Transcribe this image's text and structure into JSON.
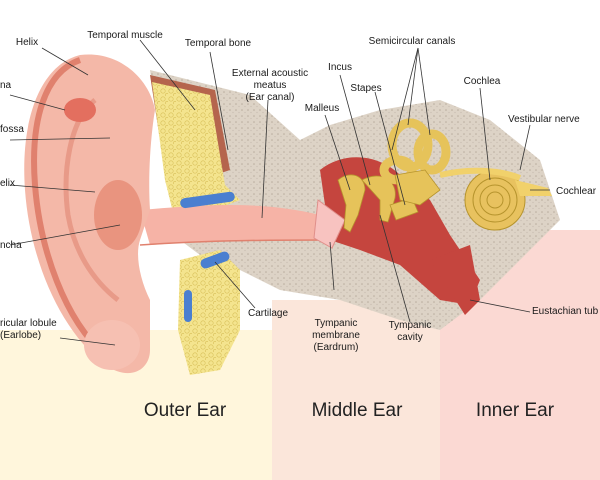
{
  "diagram": {
    "labels": {
      "helix": "Helix",
      "temporal_muscle": "Temporal muscle",
      "temporal_bone": "Temporal bone",
      "ext_meatus": "External acoustic\nmeatus\n(Ear canal)",
      "incus": "Incus",
      "semicircular": "Semicircular canals",
      "malleus": "Malleus",
      "stapes": "Stapes",
      "cochlea": "Cochlea",
      "vestibular": "Vestibular nerve",
      "cochlear": "Cochlear",
      "na": "na",
      "fossa": "fossa",
      "elix": "elix",
      "ncha": "ncha",
      "lobule": "ricular lobule\n(Earlobe)",
      "cartilage": "Cartilage",
      "eardrum": "Tympanic\nmembrane\n(Eardrum)",
      "cavity": "Tympanic\ncavity",
      "eustachian": "Eustachian tub"
    },
    "zones": {
      "outer": "Outer Ear",
      "middle": "Middle Ear",
      "inner": "Inner Ear"
    },
    "colors": {
      "skin": "#f4b8a8",
      "skin_dark": "#e0816e",
      "bone": "#d9cfc2",
      "muscle": "#b5654d",
      "fat": "#f2e08a",
      "cartilage": "#4a7fd0",
      "ossicle": "#e6c35a",
      "inner_zone": "#fbd9d3",
      "middle_zone": "#fbe6da",
      "outer_zone": "#fff6dc"
    }
  }
}
